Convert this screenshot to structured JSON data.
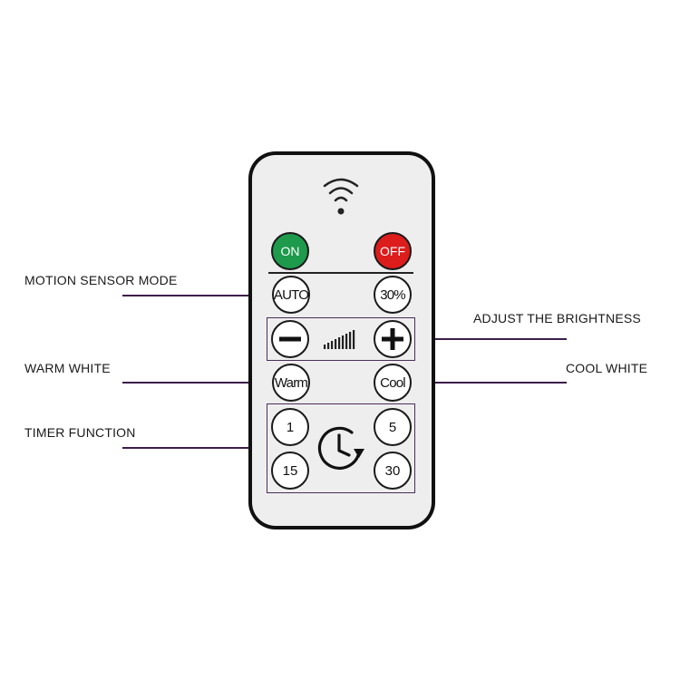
{
  "labels": {
    "motion_sensor_mode": "MOTION SENSOR MODE",
    "adjust_brightness": "ADJUST THE BRIGHTNESS",
    "warm_white": "WARM WHITE",
    "cool_white": "COOL WHITE",
    "timer_function": "TIMER FUNCTION"
  },
  "buttons": {
    "on": "ON",
    "off": "OFF",
    "auto": "AUTO",
    "percent30": "30%",
    "warm": "Warm",
    "cool": "Cool",
    "timer_1": "1",
    "timer_5": "5",
    "timer_15": "15",
    "timer_30": "30"
  },
  "icons": {
    "signal": "wifi-signal-icon",
    "minus": "minus-icon",
    "plus": "plus-icon",
    "brightness_scale": "brightness-bars-icon",
    "timer": "clock-timer-icon"
  },
  "colors": {
    "on": "#1e9a4c",
    "off": "#dd1c1c",
    "leader_line": "#3d1d4a"
  }
}
